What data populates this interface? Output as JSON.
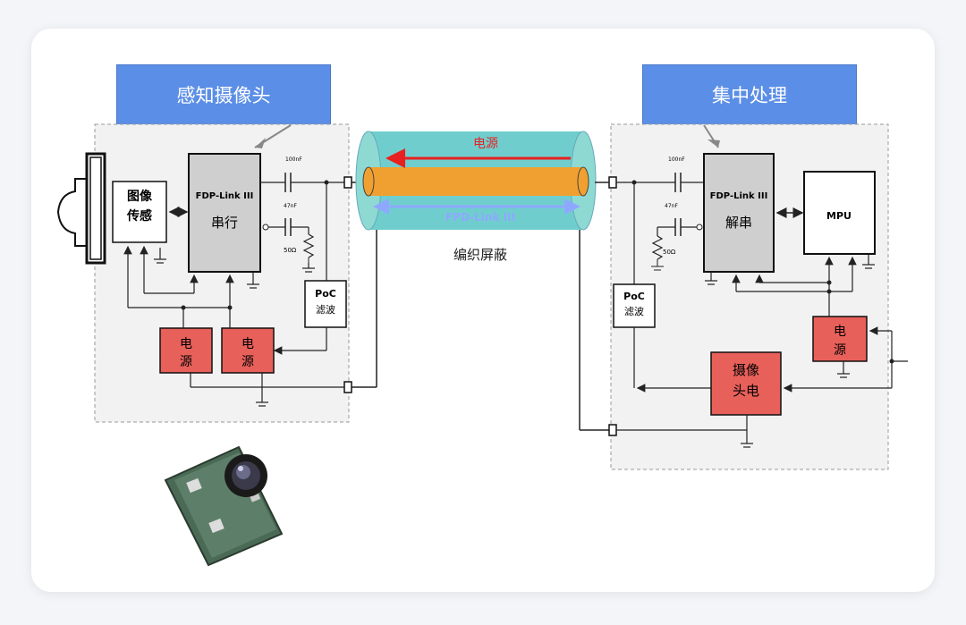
{
  "left_section": {
    "title": "感知摄像头",
    "image_sensor": [
      "图像",
      "传感"
    ],
    "serializer": {
      "name": "FDP-Link III",
      "role": "串行"
    },
    "power1": [
      "电",
      "源"
    ],
    "power2": [
      "电",
      "源"
    ],
    "poc_filter": [
      "PoC",
      "滤波"
    ],
    "cap_top": "100nF",
    "cap_bottom": "47nF",
    "resistor": "50Ω"
  },
  "cable": {
    "power_label": "电源",
    "link_label": "FPD-Link III",
    "shield_label": "编织屏蔽"
  },
  "right_section": {
    "title": "集中处理",
    "deserializer": {
      "name": "FDP-Link III",
      "role": "解串"
    },
    "mpu": "MPU",
    "power": [
      "电",
      "源"
    ],
    "camera_power": [
      "摄像",
      "头电"
    ],
    "poc_filter": [
      "PoC",
      "滤波"
    ],
    "cap_top": "100nF",
    "cap_bottom": "47nF",
    "resistor": "50Ω"
  },
  "colors": {
    "header": "#5b8ee6",
    "power_block": "#e8605a",
    "chip": "#cfcfcf",
    "cable_outer": "#56c6c4",
    "cable_core": "#f0a030",
    "arrow_red": "#e82020",
    "arrow_blue": "#8fa8ff"
  }
}
